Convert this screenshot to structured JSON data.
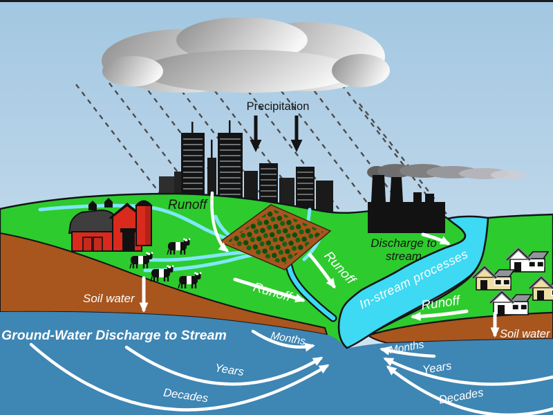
{
  "labels": {
    "precipitation": "Precipitation",
    "runoff_city": "Runoff",
    "runoff_hillside": "Runoff",
    "runoff_valley": "Runoff",
    "runoff_right": "Runoff",
    "discharge_line1": "Discharge to",
    "discharge_line2": "stream",
    "instream_processes": "In-stream processes",
    "soil_water_left": "Soil water",
    "soil_water_right": "Soil water",
    "groundwater_discharge": "Ground-Water Discharge to Stream"
  },
  "timescales": {
    "left": {
      "months": "Months",
      "years": "Years",
      "decades": "Decades"
    },
    "right": {
      "months": "Months",
      "years": "Years",
      "decades": "Decades"
    }
  },
  "colors": {
    "land_green": "#2DCB2D",
    "soil_brown": "#A8551E",
    "groundwater_blue": "#3E86B4",
    "stream_cyan": "#3ED9F2",
    "tributary_cyan": "#7FE7F8",
    "barn_red": "#D92A1D",
    "house_tan": "#EFDFA6",
    "label_white": "#FFFFFF",
    "label_black": "#141414"
  }
}
